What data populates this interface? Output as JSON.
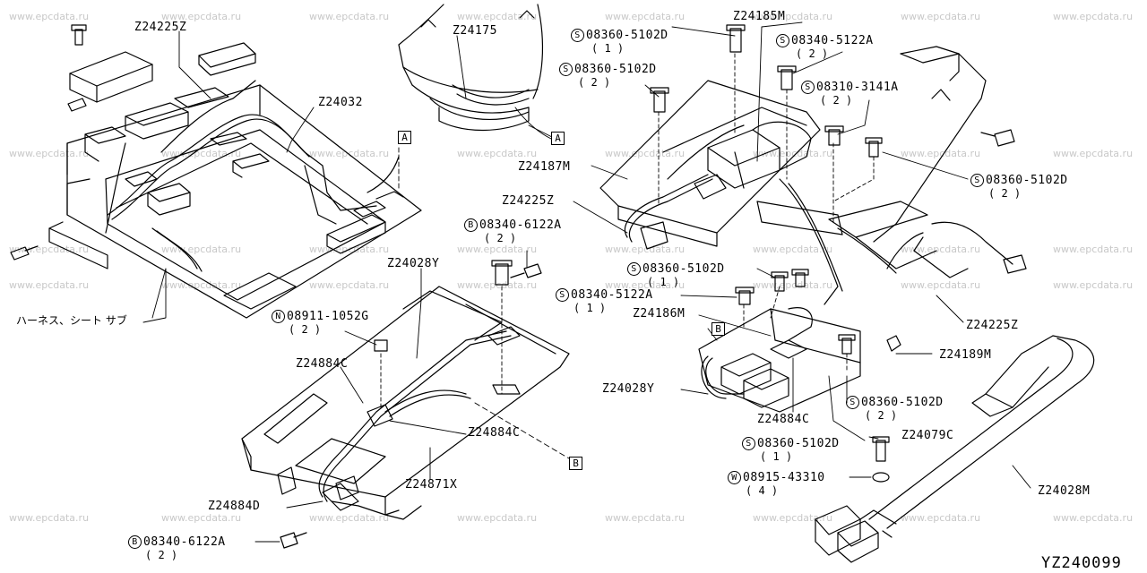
{
  "diagram": {
    "code": "YZ240099",
    "watermark": "www.epcdata.ru",
    "harness_label": "ハーネス、シート サブ",
    "parts": [
      "Z24225Z",
      "Z24175",
      "Z24185M",
      "Z24032",
      "Z24187M",
      "Z24225Z",
      "Z24028Y",
      "Z24186M",
      "Z24028Y",
      "Z24884C",
      "Z24884C",
      "Z24871X",
      "Z24884D",
      "Z24884C",
      "Z24189M",
      "Z24225Z",
      "Z24079C",
      "Z24028M"
    ],
    "fasteners": [
      {
        "sym": "S",
        "pn": "08360-5102D",
        "qty": "( 1 )"
      },
      {
        "sym": "S",
        "pn": "08340-5122A",
        "qty": "( 2 )"
      },
      {
        "sym": "S",
        "pn": "08360-5102D",
        "qty": "( 2 )"
      },
      {
        "sym": "S",
        "pn": "08310-3141A",
        "qty": "( 2 )"
      },
      {
        "sym": "S",
        "pn": "08360-5102D",
        "qty": "( 2 )"
      },
      {
        "sym": "B",
        "pn": "08340-6122A",
        "qty": "( 2 )"
      },
      {
        "sym": "S",
        "pn": "08360-5102D",
        "qty": "( 1 )"
      },
      {
        "sym": "S",
        "pn": "08340-5122A",
        "qty": "( 1 )"
      },
      {
        "sym": "N",
        "pn": "08911-1052G",
        "qty": "( 2 )"
      },
      {
        "sym": "S",
        "pn": "08360-5102D",
        "qty": "( 2 )"
      },
      {
        "sym": "S",
        "pn": "08360-5102D",
        "qty": "( 1 )"
      },
      {
        "sym": "W",
        "pn": "08915-43310",
        "qty": "( 4 )"
      },
      {
        "sym": "B",
        "pn": "08340-6122A",
        "qty": "( 2 )"
      }
    ],
    "refs": [
      "A",
      "A",
      "B",
      "B"
    ]
  }
}
